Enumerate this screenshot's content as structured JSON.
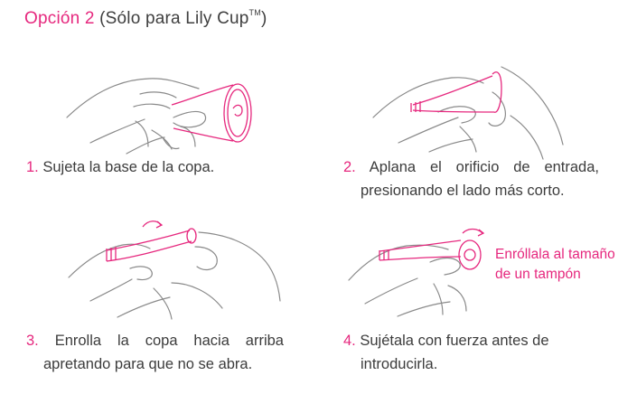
{
  "title": {
    "option": "Opción 2",
    "note": "(Sólo para Lily Cup",
    "tm": "TM",
    "close": ")"
  },
  "steps": [
    {
      "num": "1.",
      "lines": [
        "Sujeta la base de la copa."
      ]
    },
    {
      "num": "2.",
      "lines": [
        "Aplana el orificio de entrada,",
        "presionando el lado más corto."
      ]
    },
    {
      "num": "3.",
      "lines": [
        "Enrolla la copa hacia arriba",
        "apretando para que no se abra."
      ]
    },
    {
      "num": "4.",
      "lines": [
        "Sujétala con fuerza antes de",
        "introducirla."
      ]
    }
  ],
  "callout": {
    "line1": "Enróllala al tamaño",
    "line2": "de un tampón"
  },
  "colors": {
    "accent": "#e6287e",
    "line": "#8a8a8a",
    "text": "#3c3c3c"
  },
  "icons": [
    "hand-holding-cup-icon",
    "hands-flattening-cup-icon",
    "hands-rolling-cup-icon",
    "hands-holding-rolled-cup-icon",
    "roll-arrow-icon"
  ]
}
